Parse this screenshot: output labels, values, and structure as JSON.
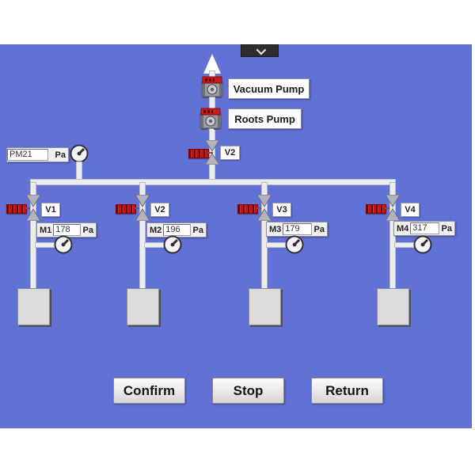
{
  "colors": {
    "panel_blue": "#6271d6",
    "pipe_gray": "#ececec",
    "badge_red": "#c01212",
    "chamber_gray": "#dcdcdc"
  },
  "icons": {
    "chevron_down": "chevron-down",
    "flow_arrow_up": "arrow-up",
    "valve": "bowtie-valve",
    "gauge": "dial-gauge-needle-up-right",
    "pump": "pump-machine"
  },
  "pumps": [
    {
      "label": "Vacuum Pump"
    },
    {
      "label": "Roots Pump"
    }
  ],
  "main_valve": {
    "label": "V2",
    "badge_text": ""
  },
  "manifold_gauge": {
    "value": "PM21",
    "unit": "Pa"
  },
  "branches": [
    {
      "valve": "V1",
      "badge_text": "",
      "meter_label": "M1",
      "value": "178",
      "unit": "Pa"
    },
    {
      "valve": "V2",
      "badge_text": "",
      "meter_label": "M2",
      "value": "196",
      "unit": "Pa"
    },
    {
      "valve": "V3",
      "badge_text": "",
      "meter_label": "M3",
      "value": "179",
      "unit": "Pa"
    },
    {
      "valve": "V4",
      "badge_text": "",
      "meter_label": "M4",
      "value": "317",
      "unit": "Pa"
    }
  ],
  "buttons": [
    {
      "label": "Confirm"
    },
    {
      "label": "Stop"
    },
    {
      "label": "Return"
    }
  ]
}
